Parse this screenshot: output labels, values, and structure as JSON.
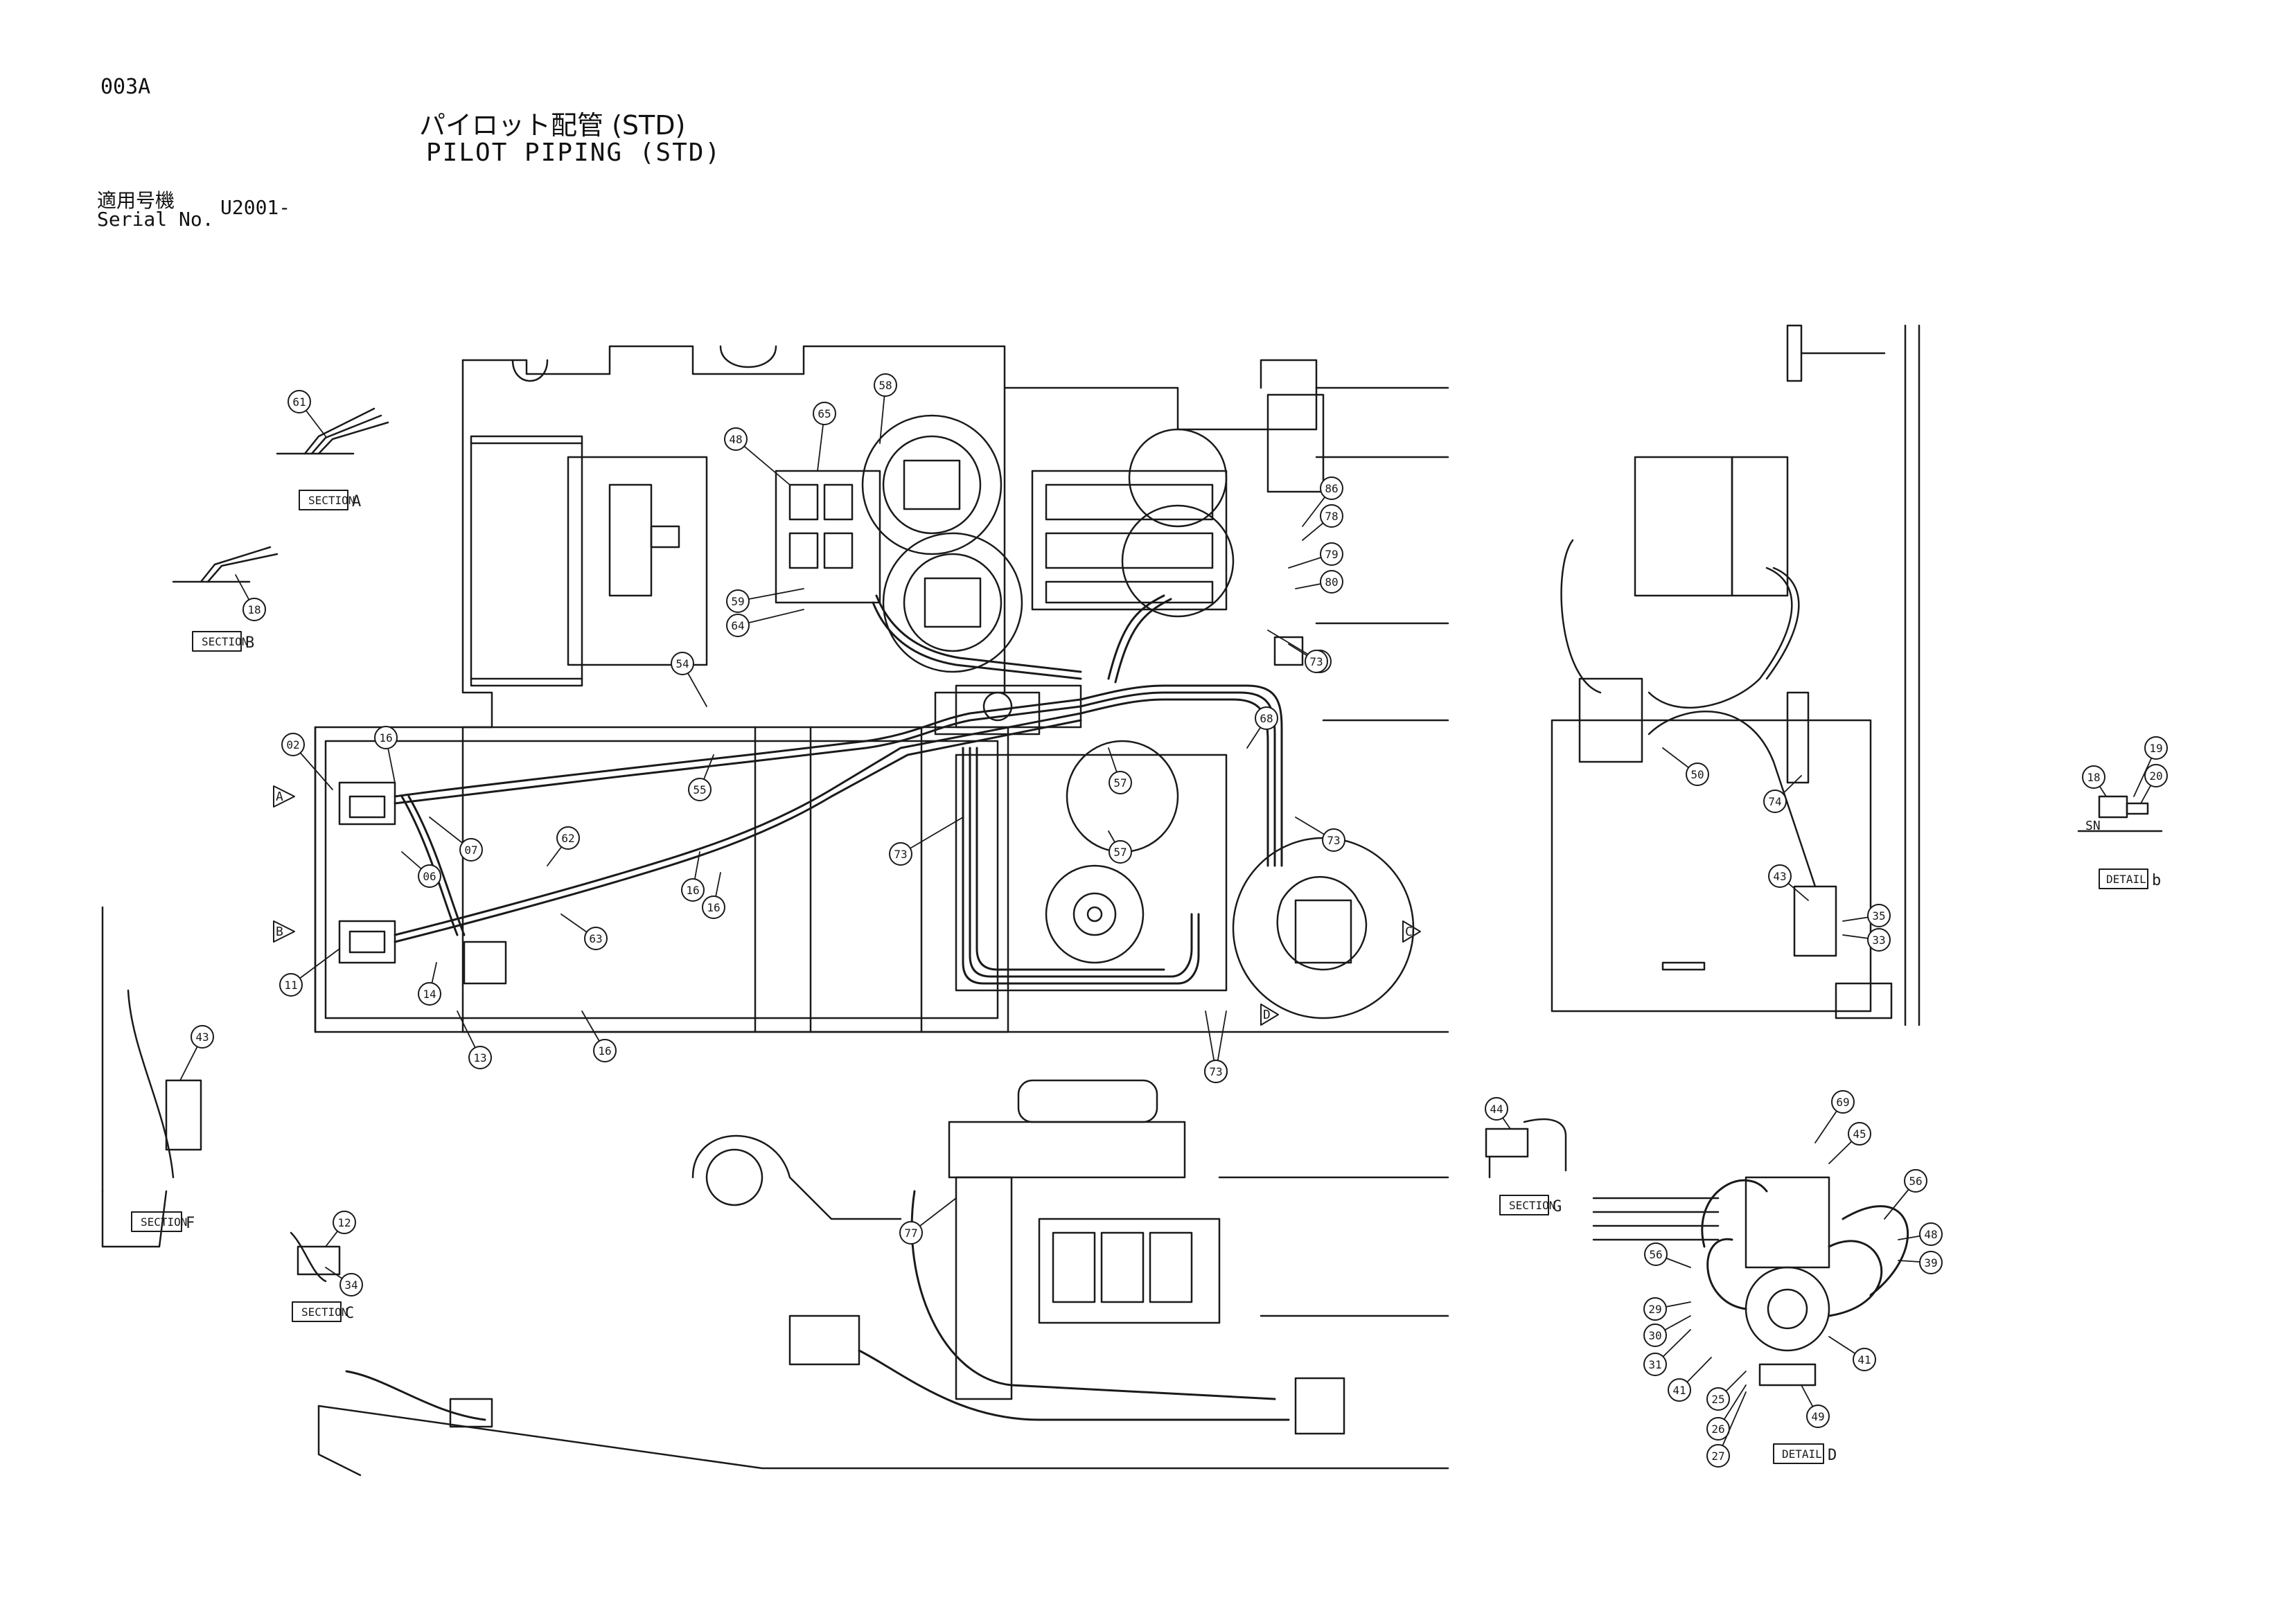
{
  "header": {
    "code": "003A",
    "title_jp": "パイロット配管 (STD)",
    "title_en": "PILOT PIPING (STD)",
    "serial_label_jp": "適用号機",
    "serial_label_en": "Serial No.",
    "serial_value": "U2001-"
  },
  "views": {
    "section_a": "A",
    "section_b": "B",
    "section_c": "C",
    "section_f": "F",
    "section_g": "G",
    "detail_b": "b",
    "detail_d": "D",
    "arrow_a": "A",
    "arrow_b": "B",
    "arrow_c": "C",
    "arrow_d": "D",
    "sn_label": "SN"
  },
  "callouts": [
    "61",
    "18",
    "02",
    "16",
    "16",
    "54",
    "55",
    "16",
    "07",
    "06",
    "62",
    "63",
    "11",
    "14",
    "13",
    "16",
    "48",
    "65",
    "58",
    "59",
    "64",
    "73",
    "57",
    "57",
    "73",
    "86",
    "78",
    "79",
    "80",
    "73",
    "68",
    "73",
    "73",
    "73",
    "50",
    "74",
    "43",
    "35",
    "33",
    "18",
    "19",
    "20",
    "43",
    "12",
    "34",
    "77",
    "44",
    "69",
    "45",
    "56",
    "48",
    "39",
    "56",
    "29",
    "30",
    "31",
    "41",
    "25",
    "26",
    "27",
    "49",
    "41"
  ]
}
